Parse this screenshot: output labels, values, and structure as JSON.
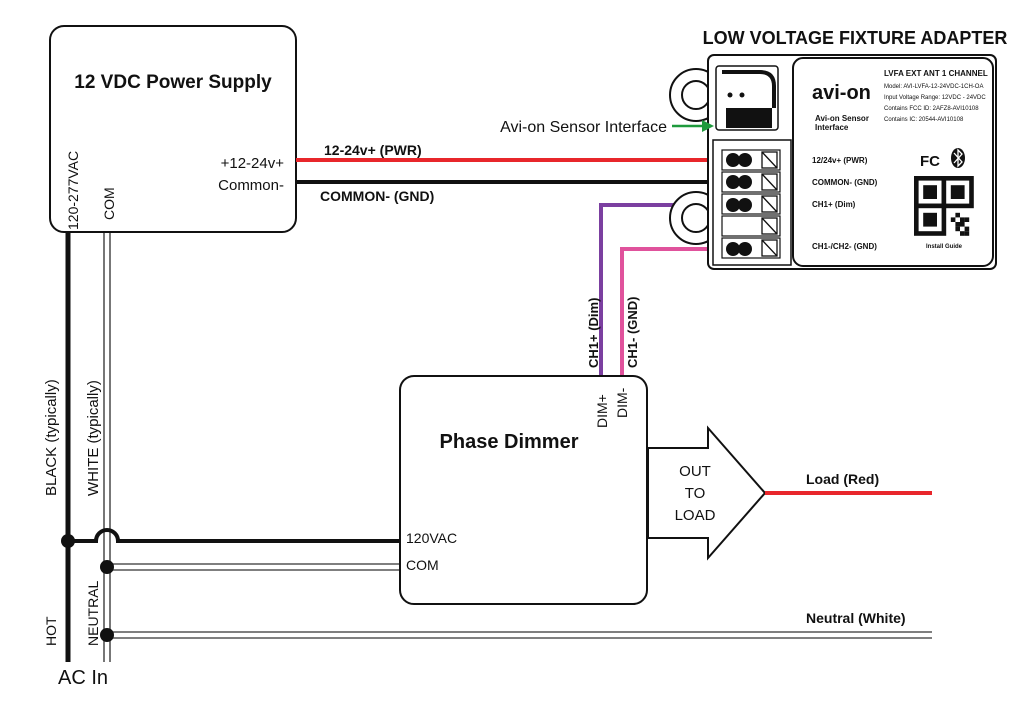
{
  "title": "LOW VOLTAGE FIXTURE ADAPTER",
  "power_supply": {
    "title": "12 VDC Power Supply",
    "input_label": "120-277VAC",
    "com_label": "COM",
    "out_pos": "+12-24v+",
    "out_common": "Common-"
  },
  "wires": {
    "pwr": "12-24v+ (PWR)",
    "gnd": "COMMON- (GND)",
    "dim": "CH1+ (Dim)",
    "ch1gnd": "CH1- (GND)",
    "black": "BLACK (typically)",
    "white": "WHITE (typically)",
    "hot": "HOT",
    "neutral": "NEUTRAL",
    "ac_in": "AC In",
    "load": "Load (Red)",
    "neutral_white": "Neutral (White)"
  },
  "colors": {
    "pwr": "#e8262b",
    "gnd": "#111111",
    "dim": "#7b3fa0",
    "ch1gnd": "#e0529c",
    "arrow": "#1e9a3c"
  },
  "adapter": {
    "sensor_interface": "Avi-on Sensor Interface",
    "brand": "avi-on",
    "label_title": "LVFA EXT ANT 1 CHANNEL",
    "model": "Model: AVI-LVFA-12-24VDC-1CH-OA",
    "voltage": "Input Voltage Range: 12VDC - 24VDC",
    "fcc": "Contains FCC ID: 2AFZ8-AVI10108",
    "ic": "Contains IC: 20544-AVI10108",
    "sensor_text_1": "Avi-on Sensor",
    "sensor_text_2": "Interface",
    "term_pwr": "12/24v+ (PWR)",
    "term_common": "COMMON- (GND)",
    "term_ch1": "CH1+ (Dim)",
    "term_ch1ch2": "CH1-/CH2- (GND)",
    "fc_mark": "FC",
    "install_guide": "Install Guide"
  },
  "dimmer": {
    "title": "Phase Dimmer",
    "dim_pos": "DIM+",
    "dim_neg": "DIM-",
    "in_120": "120VAC",
    "com": "COM",
    "out1": "OUT",
    "out2": "TO",
    "out3": "LOAD"
  }
}
